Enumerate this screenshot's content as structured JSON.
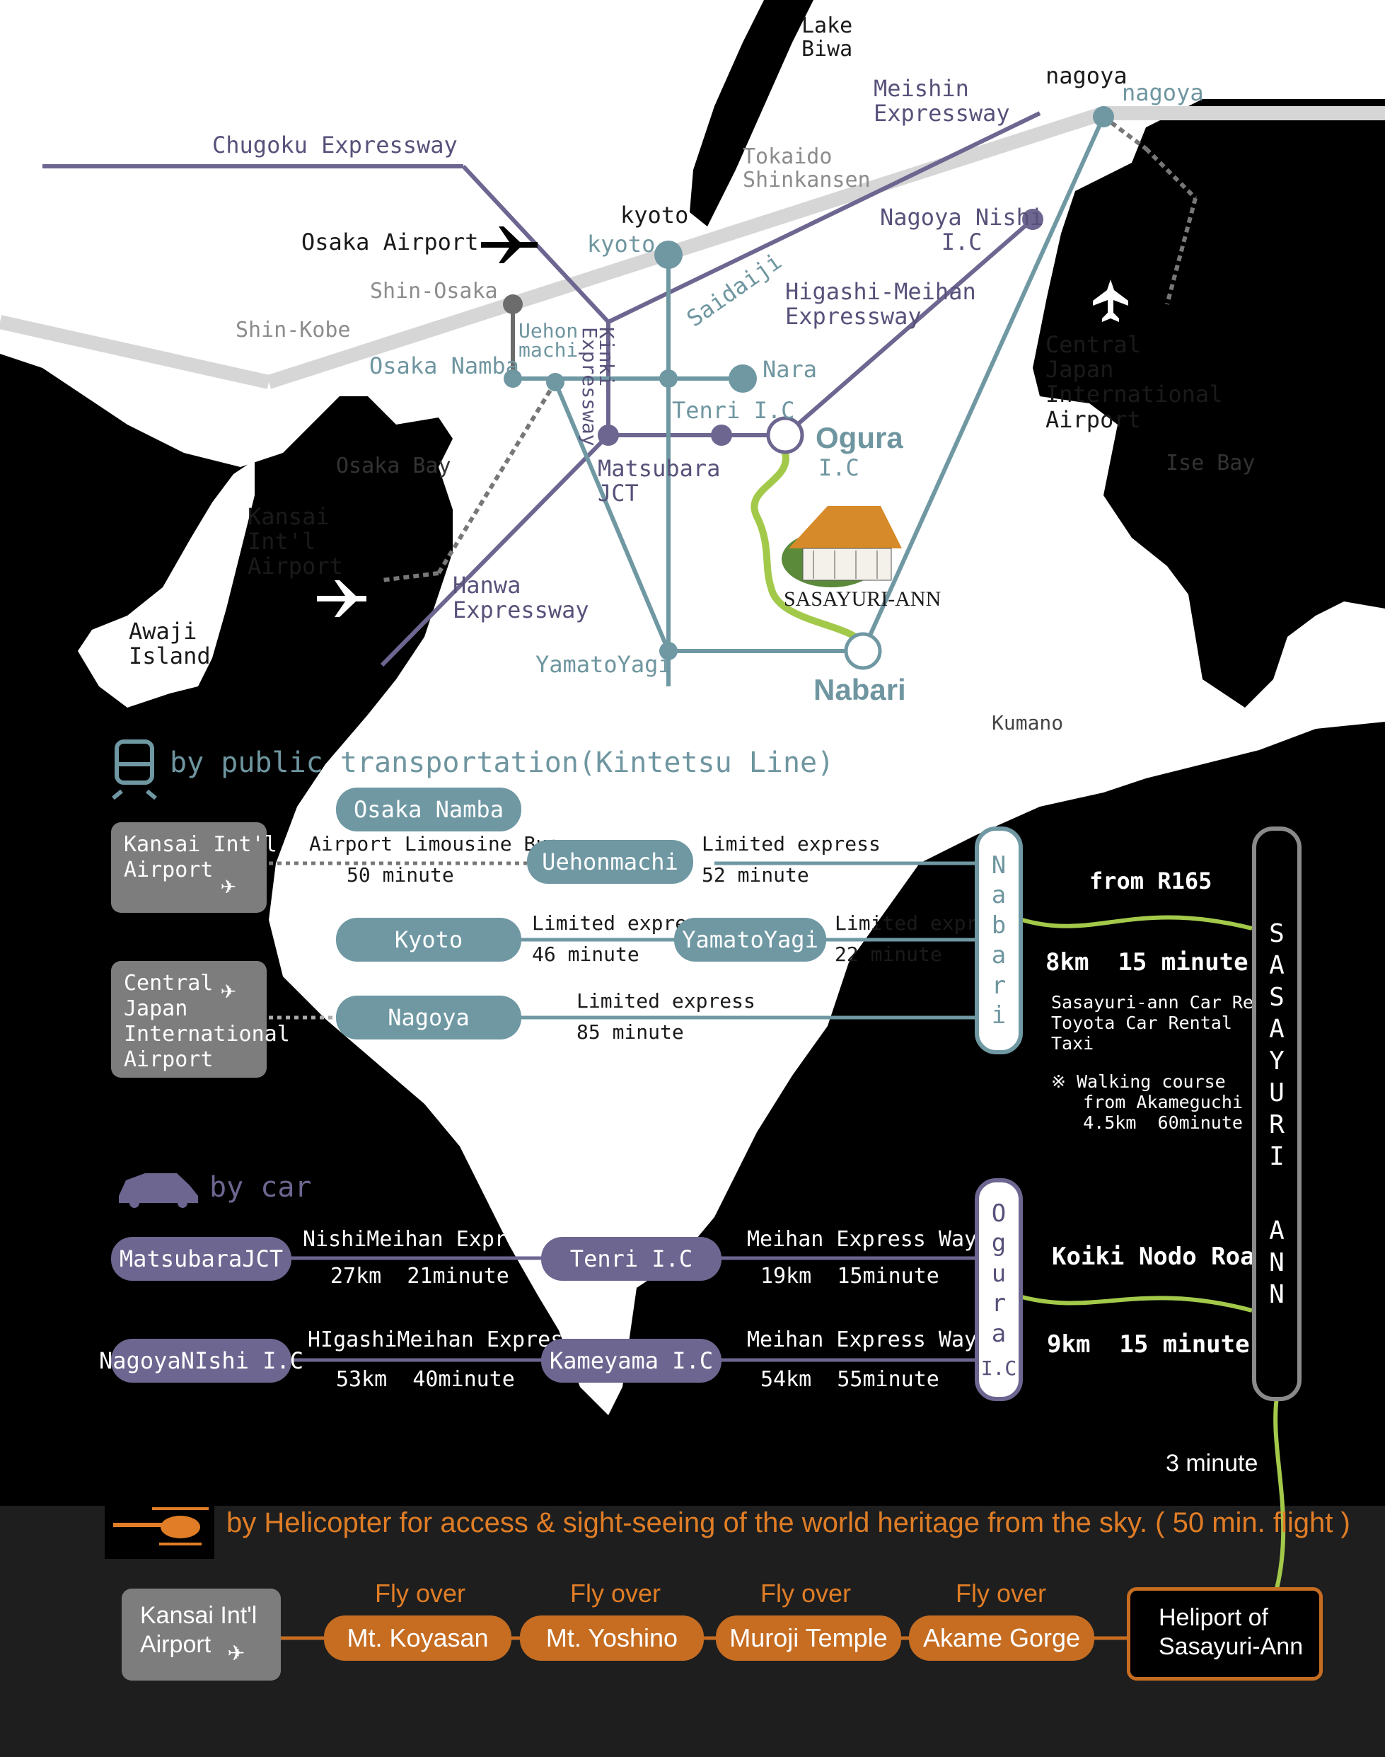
{
  "colors": {
    "teal": "#6f98a3",
    "purple": "#6c6690",
    "orange": "#c66d22",
    "green": "#a3c94a",
    "gray_box": "#7d7d7d"
  },
  "map_labels": {
    "lake_biwa": "Lake\nBiwa",
    "meishin": "Meishin\nExpressway",
    "nagoya_black": "nagoya",
    "nagoya_teal": "nagoya",
    "chugoku": "Chugoku Expressway",
    "tokaido": "Tokaido\nShinkansen",
    "kyoto_black": "kyoto",
    "kyoto_teal": "kyoto",
    "osaka_airport": "Osaka Airport",
    "nagoya_nishi": "Nagoya Nishi\nI.C",
    "shin_osaka": "Shin-Osaka",
    "higashi_meihan": "Higashi-Meihan\nExpressway",
    "shin_kobe": "Shin-Kobe",
    "saidaiji": "Saidaiji",
    "uehonmachi": "Uehon\nmachi",
    "kinki": "Kinki",
    "expressway_vertical": "Expressway",
    "osaka_namba": "Osaka Namba",
    "nara": "Nara",
    "central_japan": "Central\nJapan\nInternational\nAirport",
    "tenri": "Tenri I.C",
    "ogura": "Ogura",
    "ogura_ic": "I.C",
    "osaka_bay": "Osaka Bay",
    "ise_bay": "Ise Bay",
    "matsubara": "Matsubara\nJCT",
    "kansai": "Kansai\nInt'l\nAirport",
    "hanwa": "Hanwa\nExpressway",
    "sasayuri_logo": "SASAYURI-ANN",
    "awaji": "Awaji\nIsland",
    "yamatoyagi": "YamatoYagi",
    "nabari": "Nabari",
    "kumano": "Kumano"
  },
  "sections": {
    "public": "by public transportation(Kintetsu Line)",
    "car": "by car",
    "heli": "by Helicopter for access & sight-seeing of the world heritage from the sky. ( 50 min. flight )"
  },
  "public": {
    "kansai_box": "Kansai Int'l\nAirport",
    "central_box": "Central\nJapan\nInternational\nAirport",
    "osaka_namba": "Osaka Namba",
    "limousine": "Airport Limousine Bus",
    "limousine_time": "50 minute",
    "uehonmachi": "Uehonmachi",
    "le1": "Limited express",
    "le1_time": "52 minute",
    "kyoto": "Kyoto",
    "le2": "Limited express",
    "le2_time": "46 minute",
    "yamatoyagi": "YamatoYagi",
    "le3": "Limited express",
    "le3_time": "22 minute",
    "nagoya": "Nagoya",
    "le4": "Limited express",
    "le4_time": "85 minute",
    "nabari_letters": [
      "N",
      "a",
      "b",
      "a",
      "r",
      "i"
    ]
  },
  "right": {
    "from_r165": "from R165",
    "dist1": "8km  15 minute",
    "rental": "Sasayuri-ann Car Rental\nToyota Car Rental\nTaxi",
    "walking": "※ Walking course\n   from Akameguchi\n   4.5km  60minute",
    "koiki": "Koiki Nodo Road",
    "dist2": "9km  15 minute",
    "three_min": "3 minute",
    "sasayuri_letters": [
      "S",
      "A",
      "S",
      "A",
      "Y",
      "U",
      "R",
      "I",
      "",
      "A",
      "N",
      "N"
    ]
  },
  "car": {
    "matsubara": "MatsubaraJCT",
    "nishimeihan": "NishiMeihan Expressway",
    "nishimeihan_d": "27km  21minute",
    "tenri": "Tenri I.C",
    "meihan1": "Meihan Express Way",
    "meihan1_d": "19km  15minute",
    "nagoyanishi": "NagoyaNIshi I.C",
    "higashimeihan": "HIgashiMeihan Expressway",
    "higashimeihan_d": "53km  40minute",
    "kameyama": "Kameyama I.C",
    "meihan2": "Meihan Express Way",
    "meihan2_d": "54km  55minute",
    "ogura_letters": [
      "O",
      "g",
      "u",
      "r",
      "a"
    ],
    "ogura_ic": "I.C"
  },
  "heli": {
    "kansai": "Kansai Int'l\nAirport",
    "fly1": "Fly over",
    "stop1": "Mt. Koyasan",
    "fly2": "Fly over",
    "stop2": "Mt. Yoshino",
    "fly3": "Fly over",
    "stop3": "Muroji Temple",
    "fly4": "Fly over",
    "stop4": "Akame Gorge",
    "heliport": "Heliport of\nSasayuri-Ann"
  },
  "icons": [
    "airplane-icon",
    "train-icon",
    "car-icon",
    "helicopter-icon",
    "ryokan-illustration"
  ]
}
